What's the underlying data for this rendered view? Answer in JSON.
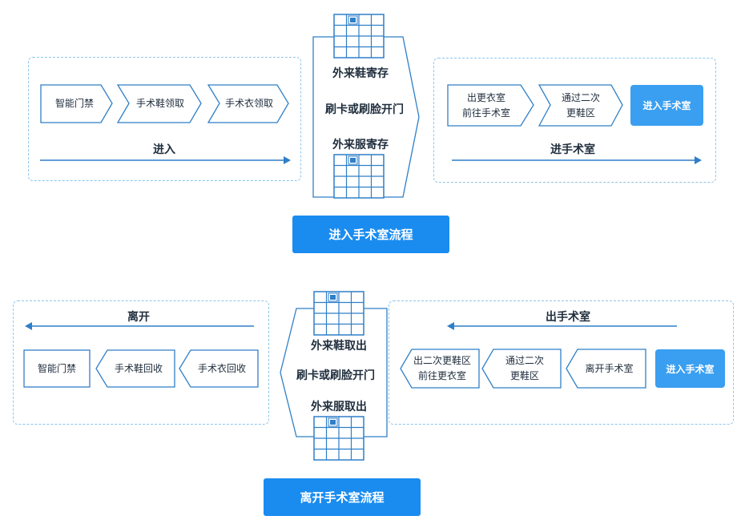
{
  "entry": {
    "left_steps": [
      "智能门禁",
      "手术鞋领取",
      "手术衣领取"
    ],
    "left_arrow_label": "进入",
    "center_labels": [
      "外来鞋寄存",
      "刷卡或刷脸开门",
      "外来服寄存"
    ],
    "right_steps": [
      "出更衣室\n前往手术室",
      "通过二次\n更鞋区"
    ],
    "right_active": "进入手术室",
    "right_arrow_label": "进手术室",
    "button": "进入手术室流程"
  },
  "exit": {
    "left_arrow_label": "离开",
    "left_steps": [
      "智能门禁",
      "手术鞋回收",
      "手术衣回收"
    ],
    "center_labels": [
      "外来鞋取出",
      "刷卡或刷脸开门",
      "外来服取出"
    ],
    "right_arrow_label": "出手术室",
    "right_steps": [
      "出二次更鞋区\n前往更衣室",
      "通过二次\n更鞋区",
      "离开手术室"
    ],
    "right_active": "进入手术室",
    "button": "离开手术室流程"
  },
  "colors": {
    "accent": "#1a8cf0",
    "active": "#3a9ff0",
    "line": "#2f7fc8",
    "dashed": "#8ec6ec"
  },
  "icons": [
    "cabinet-icon"
  ]
}
